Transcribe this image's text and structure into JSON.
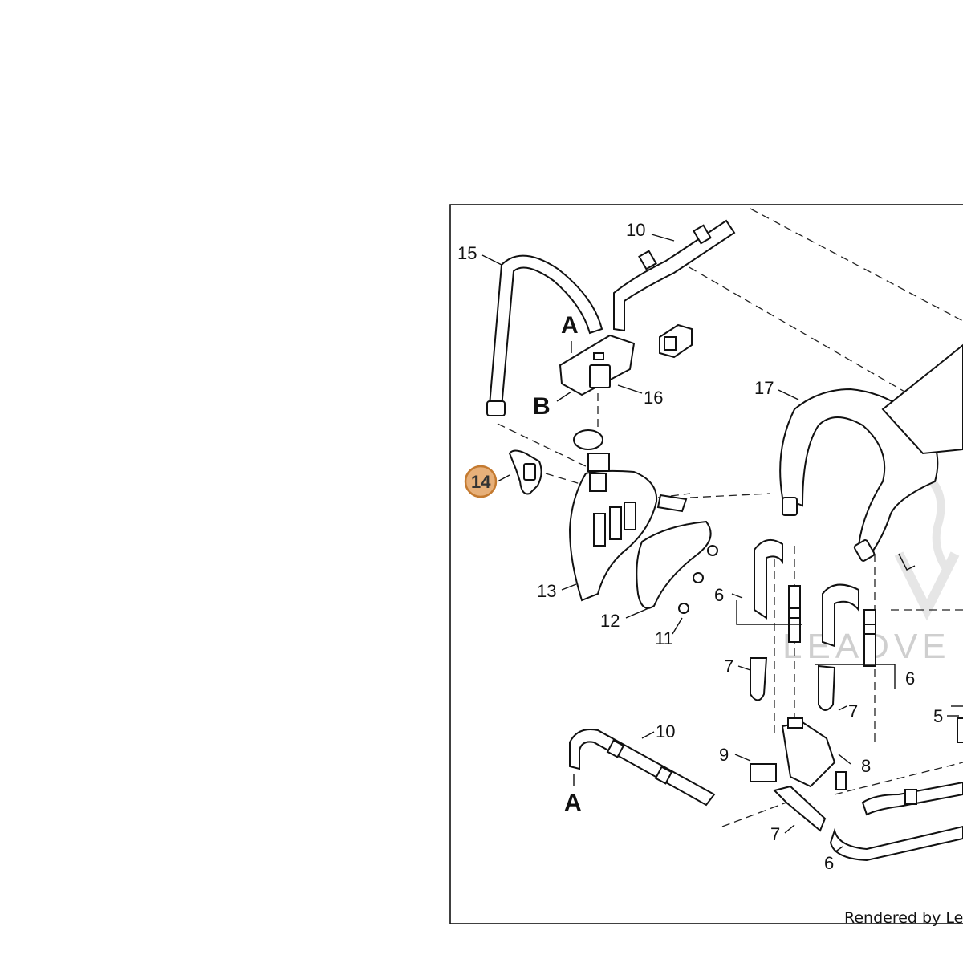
{
  "labels": {
    "p10_top": "10",
    "p15": "15",
    "a_top": "A",
    "b": "B",
    "p16": "16",
    "p17": "17",
    "p14": "14",
    "p13": "13",
    "p12": "12",
    "p11": "11",
    "p6_mid": "6",
    "p7_left": "7",
    "p6_right": "6",
    "p7_mid": "7",
    "p5": "5",
    "p10_bottom": "10",
    "p9": "9",
    "p8": "8",
    "a_bottom": "A",
    "p7_bottom": "7",
    "p6_bottom": "6"
  },
  "watermark": "LEADVE",
  "credit": "Rendered by LeadV",
  "colors": {
    "highlight_fill": "#e7b07a",
    "highlight_stroke": "#c47a30"
  }
}
